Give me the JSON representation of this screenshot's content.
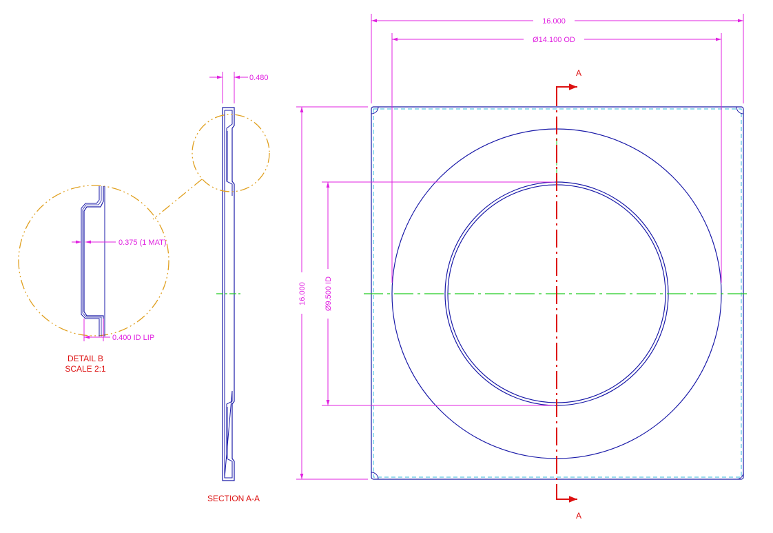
{
  "colors": {
    "outline": "#1a1aa8",
    "dimension": "#e020e0",
    "centerline": "#22cc22",
    "section": "#dd1111",
    "detail": "#e0a020",
    "hidden": "#33bbdd",
    "label": "#dd1111"
  },
  "dimensions": {
    "overall_width": "16.000",
    "od": "Ø14.100 OD",
    "overall_height": "16.000",
    "id": "Ø9.500 ID",
    "section_thickness": "0.480",
    "material": "0.375 (1 MAT)",
    "id_lip": "0.400 ID LIP"
  },
  "labels": {
    "section_arrow_top": "A",
    "section_arrow_bottom": "A",
    "section_title": "SECTION A-A",
    "detail_title": "DETAIL B",
    "detail_scale": "SCALE 2:1"
  }
}
